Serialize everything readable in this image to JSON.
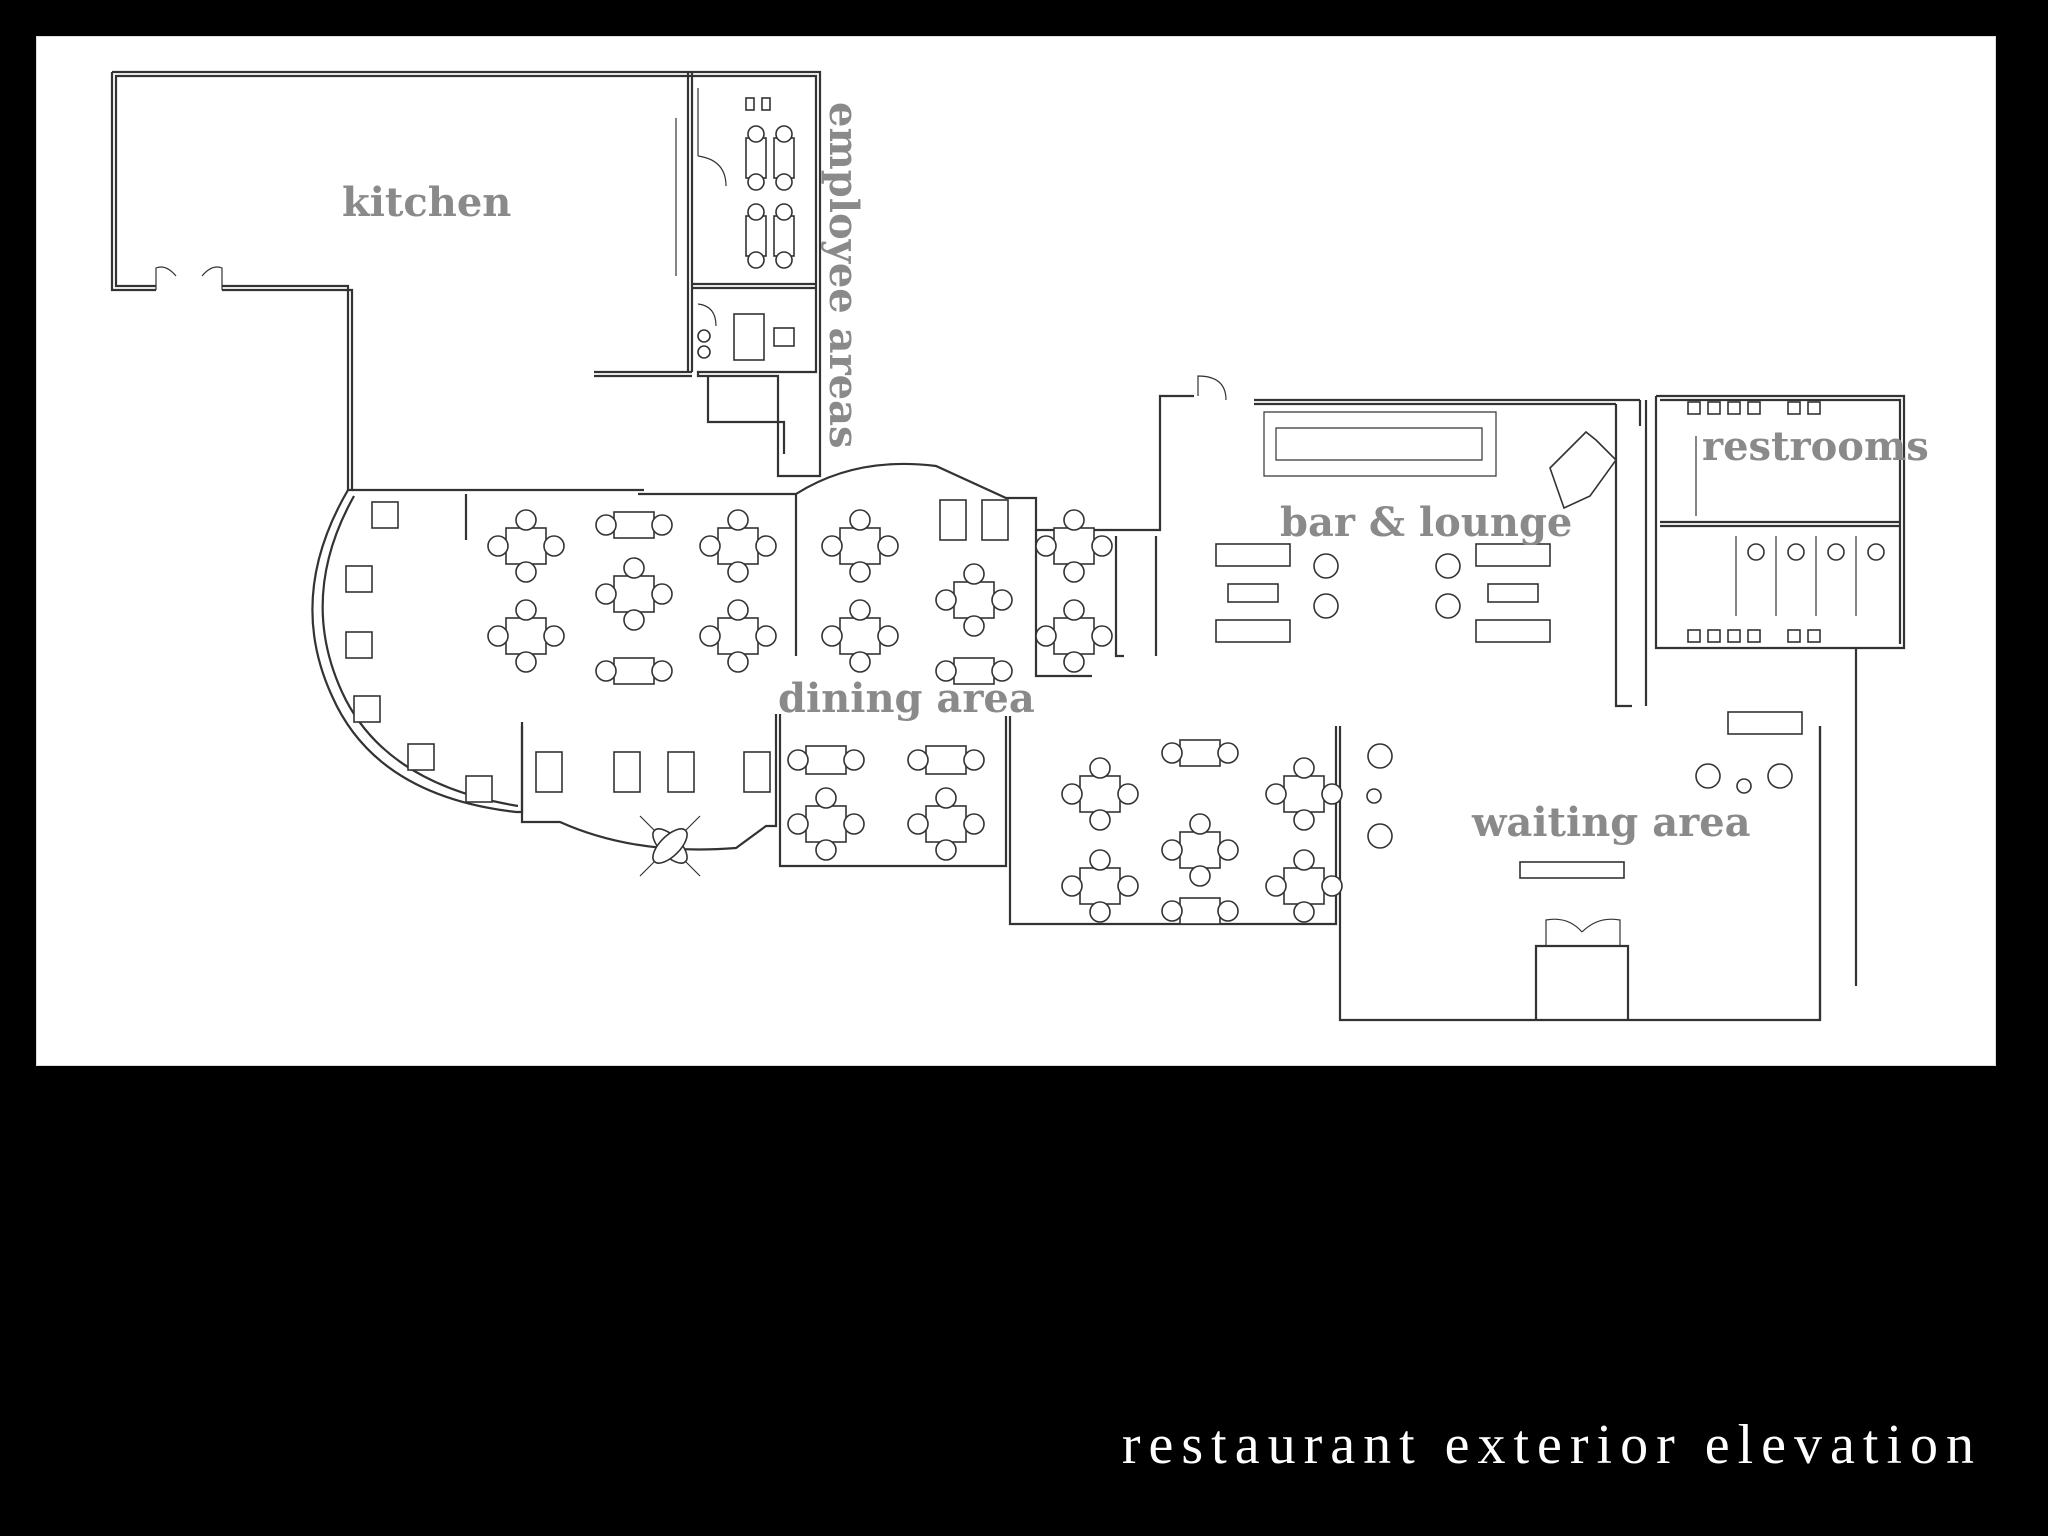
{
  "labels": {
    "kitchen": "kitchen",
    "employee_areas": "employee areas",
    "restrooms": "restrooms",
    "bar_lounge": "bar & lounge",
    "dining_area": "dining area",
    "waiting_area": "waiting area"
  },
  "caption": "restaurant exterior elevation",
  "colors": {
    "background": "#000000",
    "panel": "#ffffff",
    "label": "#8a8a8a",
    "line": "#333333"
  }
}
